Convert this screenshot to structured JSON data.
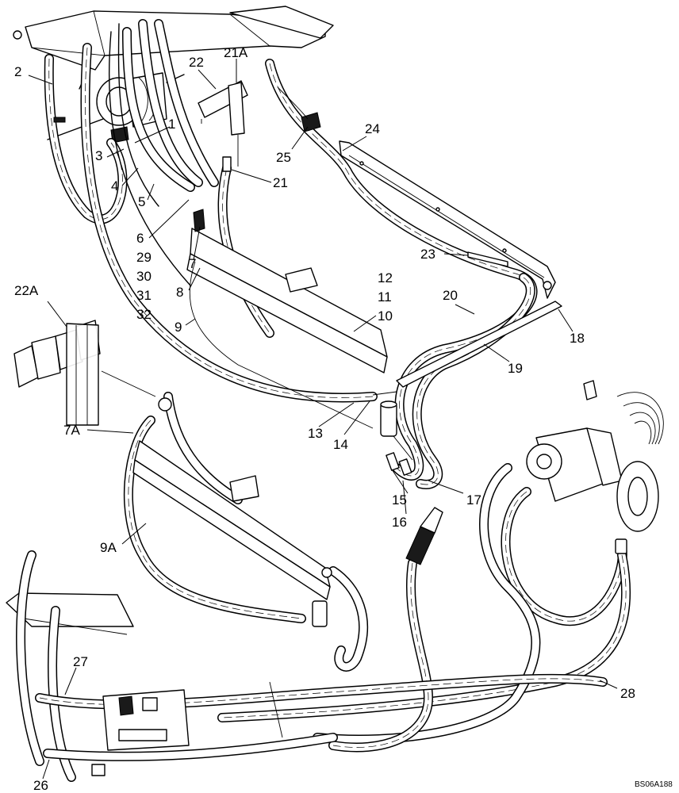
{
  "callouts": [
    {
      "id": "c2",
      "label": "2"
    },
    {
      "id": "c1",
      "label": "1"
    },
    {
      "id": "c3",
      "label": "3"
    },
    {
      "id": "c4",
      "label": "4"
    },
    {
      "id": "c5",
      "label": "5"
    },
    {
      "id": "c6",
      "label": "6"
    },
    {
      "id": "c7",
      "label": "7"
    },
    {
      "id": "c8",
      "label": "8"
    },
    {
      "id": "c9",
      "label": "9"
    },
    {
      "id": "c10",
      "label": "10"
    },
    {
      "id": "c11",
      "label": "11"
    },
    {
      "id": "c12",
      "label": "12"
    },
    {
      "id": "c13",
      "label": "13"
    },
    {
      "id": "c14",
      "label": "14"
    },
    {
      "id": "c15",
      "label": "15"
    },
    {
      "id": "c16",
      "label": "16"
    },
    {
      "id": "c17",
      "label": "17"
    },
    {
      "id": "c18",
      "label": "18"
    },
    {
      "id": "c19",
      "label": "19"
    },
    {
      "id": "c20",
      "label": "20"
    },
    {
      "id": "c21",
      "label": "21"
    },
    {
      "id": "c21A",
      "label": "21A"
    },
    {
      "id": "c22",
      "label": "22"
    },
    {
      "id": "c22A",
      "label": "22A"
    },
    {
      "id": "c23",
      "label": "23"
    },
    {
      "id": "c24",
      "label": "24"
    },
    {
      "id": "c25",
      "label": "25"
    },
    {
      "id": "c26",
      "label": "26"
    },
    {
      "id": "c27",
      "label": "27"
    },
    {
      "id": "c28",
      "label": "28"
    },
    {
      "id": "c29",
      "label": "29"
    },
    {
      "id": "c30",
      "label": "30"
    },
    {
      "id": "c31",
      "label": "31"
    },
    {
      "id": "c32",
      "label": "32"
    },
    {
      "id": "c7A",
      "label": "7A"
    },
    {
      "id": "c9A",
      "label": "9A"
    }
  ],
  "reference_code": "BS06A188"
}
